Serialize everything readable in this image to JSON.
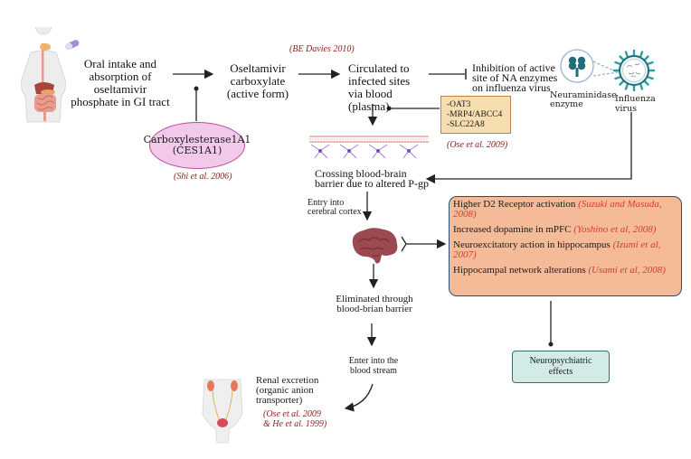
{
  "figure": {
    "nodes": {
      "oral_intake": "Oral intake and absorption of oseltamivir phosphate in GI tract",
      "oral_intake_lines": [
        "Oral intake and",
        "absorption of",
        "oseltamivir",
        "phosphate in GI tract"
      ],
      "active_form_lines": [
        "Oseltamivir",
        "carboxylate",
        "(active form)"
      ],
      "circulated_lines": [
        "Circulated to",
        "infected sites",
        "via blood",
        "(plasma)"
      ],
      "inhibition_lines": [
        "Inhibition of active",
        "site of NA enzymes",
        "on influenza virus"
      ],
      "enzyme_lines": [
        "Carboxylesterase1A1",
        "(CES1A1)"
      ],
      "transporters": [
        "-OAT3",
        "-MRP4/ABCC4",
        "-SLC22A8"
      ],
      "crossing_bbb_lines": [
        "Crossing blood-brain",
        "barrier due to altered P-gp"
      ],
      "entry_cortex_lines": [
        "Entry into",
        "cerebral cortex"
      ],
      "eliminated_lines": [
        "Eliminated through",
        "blood-brian barrier"
      ],
      "enter_blood_lines": [
        "Enter into the",
        "blood stream"
      ],
      "renal_lines": [
        "Renal excretion",
        "(organic anion",
        "transporter)"
      ],
      "neuropsych_lines": [
        "Neuropsychiatric",
        "effects"
      ]
    },
    "icon_labels": {
      "neuraminidase": [
        "Neuraminidase",
        "enzyme"
      ],
      "influenza": [
        "Influenza",
        "virus"
      ]
    },
    "citations": {
      "davies": "(BE Davies 2010)",
      "shi": "(Shi et al. 2006)",
      "ose": "(Ose et al. 2009)",
      "renal_lines": [
        "(Ose et al. 2009",
        "& He et al. 1999)"
      ]
    },
    "effects": [
      {
        "text": "Higher D2 Receptor activation ",
        "cite": "(Suzuki and Masuda, 2008)"
      },
      {
        "text": "Increased dopamine in mPFC ",
        "cite": "(Yoshino et al, 2008)"
      },
      {
        "text": "Neuroexcitatory action in hippocampus ",
        "cite": "(Izumi et al, 2007)"
      },
      {
        "text": "Hippocampal network alterations ",
        "cite": "(Usami et al, 2008)"
      }
    ],
    "colors": {
      "ellipse_fill": "#f3c9ea",
      "transporter_fill": "#f6deb0",
      "effects_fill": "#f5bb98",
      "effects_border": "#2a4e73",
      "neuro_fill": "#d2ebe6",
      "citation_dark_red": "#8b2020",
      "citation_red": "#d13b3b",
      "brain": "#9a4a50",
      "virus_teal": "#2a8e93"
    }
  }
}
